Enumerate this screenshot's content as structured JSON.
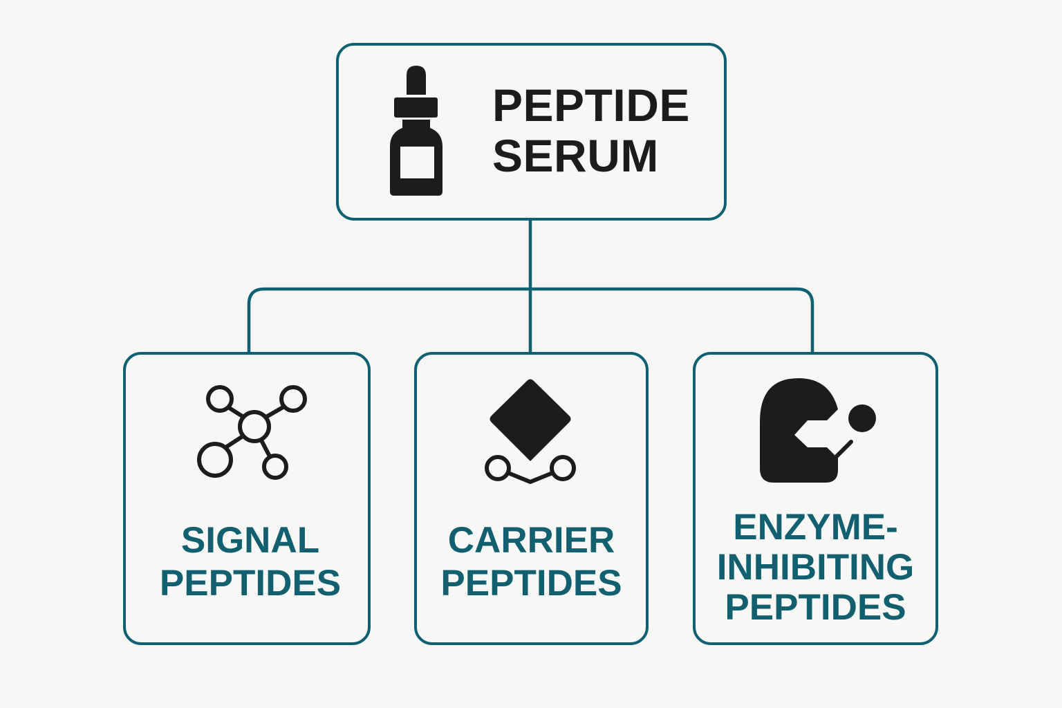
{
  "colors": {
    "accent": "#0f6072",
    "label_text": "#12606f",
    "icon": "#1c1c1c",
    "background": "#f6f6f4"
  },
  "root": {
    "title_lines": [
      "PEPTIDE",
      "SERUM"
    ],
    "icon": "dropper-bottle-icon"
  },
  "children": [
    {
      "label_lines": [
        "SIGNAL",
        "PEPTIDES"
      ],
      "icon": "molecule-network-icon"
    },
    {
      "label_lines": [
        "CARRIER",
        "PEPTIDES"
      ],
      "icon": "diamond-carrier-icon"
    },
    {
      "label_lines": [
        "ENZYME-",
        "INHIBITING",
        "PEPTIDES"
      ],
      "icon": "enzyme-inhibitor-icon"
    }
  ]
}
